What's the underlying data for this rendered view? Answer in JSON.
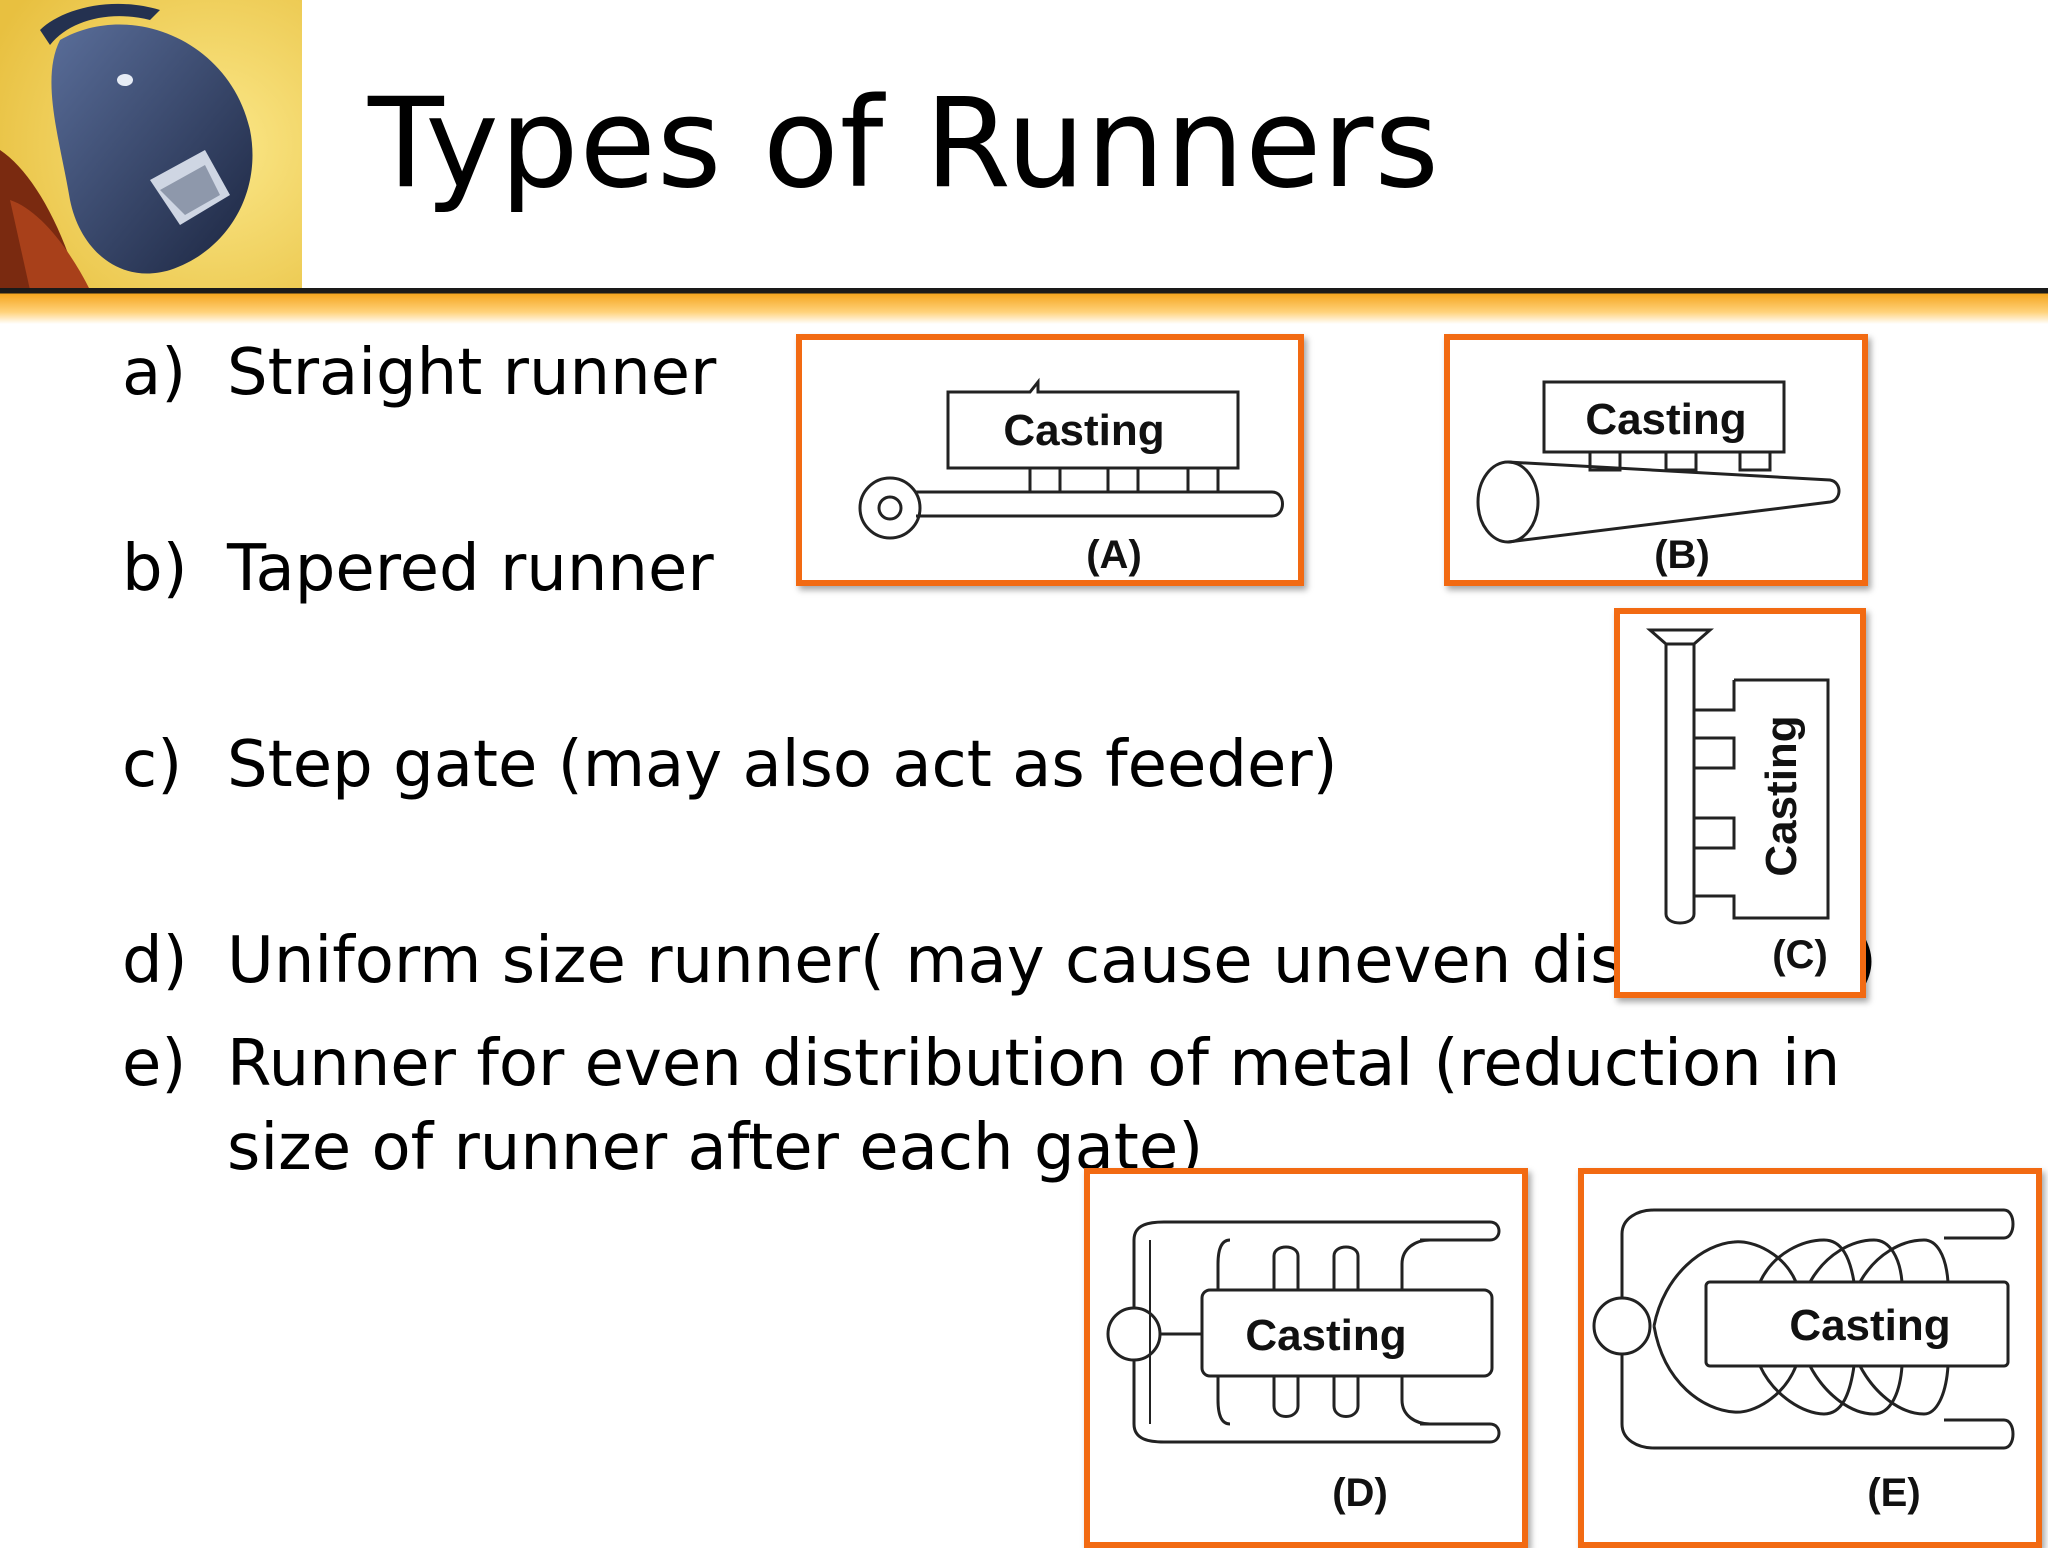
{
  "slide": {
    "title": "Types of Runners",
    "bullets": [
      {
        "marker": "a)",
        "text": "Straight runner"
      },
      {
        "marker": "b)",
        "text": "Tapered runner"
      },
      {
        "marker": "c)",
        "text": "Step gate (may also act as feeder)"
      },
      {
        "marker": "d)",
        "text": "Uniform size runner( may cause uneven dist",
        "tail": ")"
      },
      {
        "marker": "e)",
        "text": "Runner for even distribution of metal (reduction in",
        "text2": "size of runner after each gate)"
      }
    ]
  },
  "figures": {
    "a": {
      "label": "Casting",
      "caption": "(A)"
    },
    "b": {
      "label": "Casting",
      "caption": "(B)"
    },
    "c": {
      "label": "Casting",
      "caption": "(C)"
    },
    "d": {
      "label": "Casting",
      "caption": "(D)"
    },
    "e": {
      "label": "Casting",
      "caption": "(E)"
    }
  },
  "colors": {
    "frame": "#f26a12",
    "rule_gold": "#f4a620",
    "rule_dark": "#1a1a1a"
  }
}
